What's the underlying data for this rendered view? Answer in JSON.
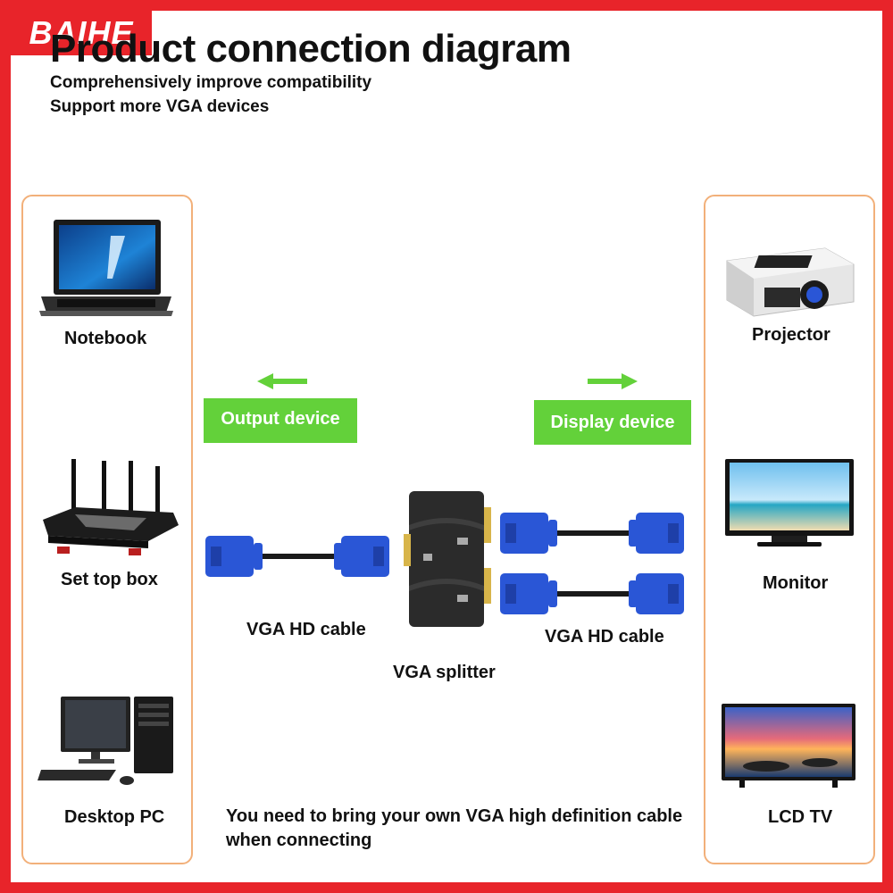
{
  "brand": "BAIHE",
  "header": {
    "title": "Product connection diagram",
    "subtitle_1": "Comprehensively improve compatibility",
    "subtitle_2": "Support more VGA devices"
  },
  "left_panel": {
    "devices": [
      {
        "label": "Notebook",
        "icon": "laptop-icon"
      },
      {
        "label": "Set top box",
        "icon": "router-icon"
      },
      {
        "label": "Desktop PC",
        "icon": "desktop-pc-icon"
      }
    ]
  },
  "right_panel": {
    "devices": [
      {
        "label": "Projector",
        "icon": "projector-icon"
      },
      {
        "label": "Monitor",
        "icon": "monitor-icon"
      },
      {
        "label": "LCD TV",
        "icon": "tv-icon"
      }
    ]
  },
  "middle": {
    "output_label": "Output device",
    "display_label": "Display device",
    "cable_left_label": "VGA HD cable",
    "cable_right_label": "VGA HD cable",
    "splitter_label": "VGA splitter"
  },
  "note": {
    "line_1": "You need to bring your own VGA high definition cable",
    "line_2": "when connecting"
  },
  "colors": {
    "frame": "#e8242a",
    "accent_green": "#63d13a",
    "panel_border": "#f2b07a",
    "vga_blue": "#2a56d6"
  }
}
